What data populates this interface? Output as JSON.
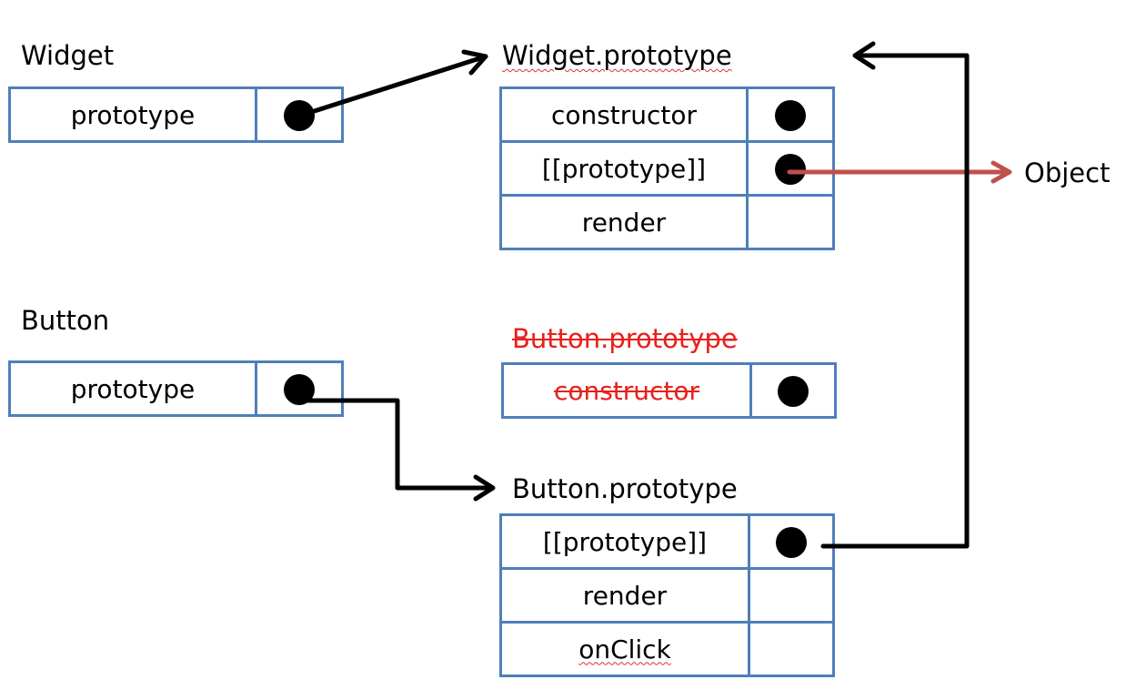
{
  "widget": {
    "title": "Widget",
    "slot_label": "prototype"
  },
  "widget_prototype": {
    "title": "Widget.prototype",
    "rows": [
      "constructor",
      "[[prototype]]",
      "render"
    ]
  },
  "object_label": "Object",
  "button": {
    "title": "Button",
    "slot_label": "prototype"
  },
  "old_button_prototype": {
    "title": "Button.prototype",
    "rows": [
      "constructor"
    ]
  },
  "new_button_prototype": {
    "title": "Button.prototype",
    "rows": [
      "[[prototype]]",
      "render",
      "onClick"
    ]
  },
  "colors": {
    "box_border": "#4f7fba",
    "arrow_black": "#000000",
    "arrow_object": "#c0504d",
    "struck_text": "#e8201c"
  }
}
